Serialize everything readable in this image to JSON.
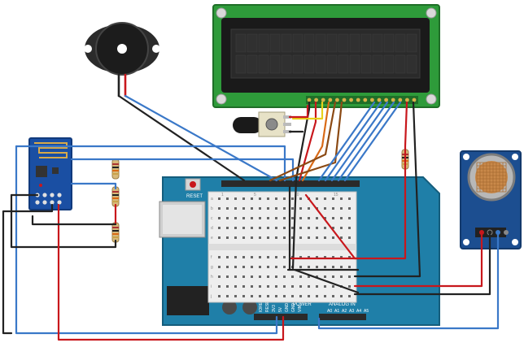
{
  "diagram": {
    "arduino": {
      "reset_label": "RESET",
      "power_label": "POWER",
      "analog_label": "ANALOG IN",
      "power_pins": [
        "IOREF",
        "RESET",
        "3V3",
        "5V",
        "GND",
        "GND",
        "VIN"
      ],
      "analog_pins": [
        "A0",
        "A1",
        "A2",
        "A3",
        "A4",
        "A5"
      ]
    },
    "breadboard": {
      "row_letters_top": [
        "a",
        "b",
        "c",
        "d",
        "e"
      ],
      "row_letters_bottom": [
        "f",
        "g",
        "h",
        "i",
        "j"
      ],
      "column_marks": [
        "1",
        "5",
        "10",
        "15"
      ]
    },
    "colors": {
      "wire_red": "#c8171c",
      "wire_black": "#222222",
      "wire_blue": "#3a78c8",
      "wire_brown": "#8b4a14",
      "wire_yellow": "#e8d11a",
      "wire_orange": "#d96a16",
      "lcd_pcb": "#2e9b3a",
      "lcd_screen": "#1a1a1a",
      "arduino_board": "#1f7fa8",
      "esp_board": "#1a4fa3",
      "gas_sensor_board": "#1c4e90",
      "gas_sensor_mesh": "#c9894a"
    },
    "icons": [
      "buzzer-icon",
      "potentiometer-icon",
      "resistor-icon",
      "lcd-module-icon",
      "esp8266-module-icon",
      "gas-sensor-icon",
      "arduino-board-icon",
      "breadboard-icon"
    ]
  }
}
